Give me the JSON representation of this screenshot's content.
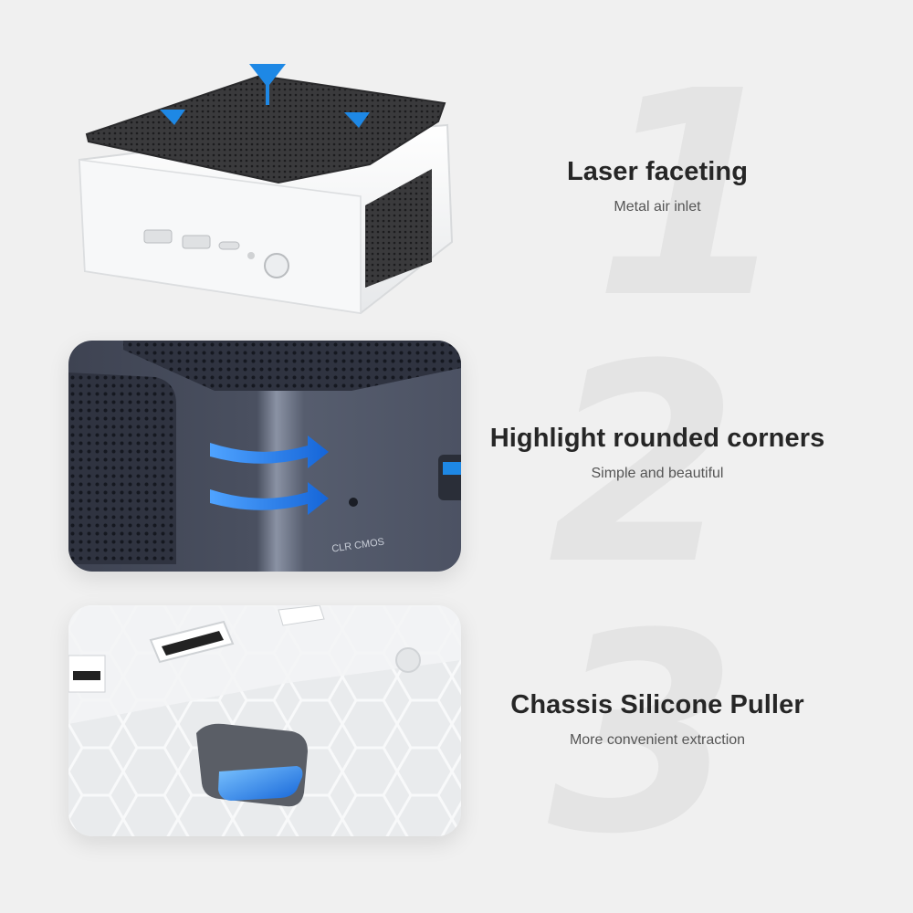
{
  "features": [
    {
      "title": "Laser faceting",
      "subtitle": "Metal air inlet",
      "number": "1"
    },
    {
      "title": "Highlight rounded corners",
      "subtitle": "Simple and beautiful",
      "number": "2"
    },
    {
      "title": "Chassis Silicone Puller",
      "subtitle": "More convenient extraction",
      "number": "3"
    }
  ],
  "card2": {
    "port_label": "CLR CMOS"
  },
  "colors": {
    "accent": "#1e88e5",
    "background": "#f0f0f0",
    "chassis": "#4a5060"
  }
}
